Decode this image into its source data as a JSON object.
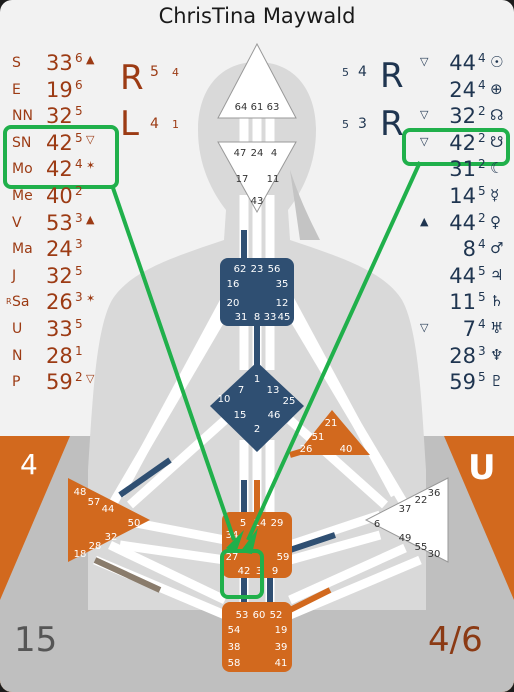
{
  "title": "ChrisTina Maywald",
  "colors": {
    "red_side": "#9c3b14",
    "black_side": "#1f3550",
    "orange": "#d2691e",
    "navy": "#2f4f72",
    "grey_body": "#cfcfcf",
    "dark_grey": "#8a8a8a"
  },
  "left_column": [
    {
      "planet": "S",
      "gate": "33",
      "line": "6",
      "mark": "▲"
    },
    {
      "planet": "E",
      "gate": "19",
      "line": "6",
      "mark": ""
    },
    {
      "planet": "NN",
      "gate": "32",
      "line": "5",
      "mark": ""
    },
    {
      "planet": "SN",
      "gate": "42",
      "line": "5",
      "mark": "▽"
    },
    {
      "planet": "Mo",
      "gate": "42",
      "line": "4",
      "mark": "✶"
    },
    {
      "planet": "Me",
      "gate": "40",
      "line": "2",
      "mark": ""
    },
    {
      "planet": "V",
      "gate": "53",
      "line": "3",
      "mark": "▲"
    },
    {
      "planet": "Ma",
      "gate": "24",
      "line": "3",
      "mark": ""
    },
    {
      "planet": "J",
      "gate": "32",
      "line": "5",
      "mark": ""
    },
    {
      "planet": "Sa",
      "gate": "26",
      "line": "3",
      "mark": "✶",
      "prefix": "R"
    },
    {
      "planet": "U",
      "gate": "33",
      "line": "5",
      "mark": ""
    },
    {
      "planet": "N",
      "gate": "28",
      "line": "1",
      "mark": ""
    },
    {
      "planet": "P",
      "gate": "59",
      "line": "2",
      "mark": "▽"
    }
  ],
  "right_column": [
    {
      "mark": "▽",
      "gate": "44",
      "line": "4",
      "symbol": "☉"
    },
    {
      "mark": "",
      "gate": "24",
      "line": "4",
      "symbol": "⊕"
    },
    {
      "mark": "▽",
      "gate": "32",
      "line": "2",
      "symbol": "☊"
    },
    {
      "mark": "▽",
      "gate": "42",
      "line": "2",
      "symbol": "☋"
    },
    {
      "mark": "",
      "gate": "31",
      "line": "2",
      "symbol": "☾"
    },
    {
      "mark": "",
      "gate": "14",
      "line": "5",
      "symbol": "☿"
    },
    {
      "mark": "▲",
      "gate": "44",
      "line": "2",
      "symbol": "♀"
    },
    {
      "mark": "",
      "gate": "8",
      "line": "4",
      "symbol": "♂"
    },
    {
      "mark": "",
      "gate": "44",
      "line": "5",
      "symbol": "♃"
    },
    {
      "mark": "",
      "gate": "11",
      "line": "5",
      "symbol": "♄"
    },
    {
      "mark": "▽",
      "gate": "7",
      "line": "4",
      "symbol": "♅"
    },
    {
      "mark": "",
      "gate": "28",
      "line": "3",
      "symbol": "♆"
    },
    {
      "mark": "",
      "gate": "59",
      "line": "5",
      "symbol": "♇"
    }
  ],
  "variables": {
    "left_top": {
      "letter": "R",
      "a": "5",
      "b": "4"
    },
    "left_bottom": {
      "letter": "L",
      "a": "4",
      "b": "1"
    },
    "right_top": {
      "letter": "R",
      "a": "5",
      "b": "4"
    },
    "right_bottom": {
      "letter": "R",
      "a": "5",
      "b": "3"
    }
  },
  "corners": {
    "left_number": "4",
    "right_letter": "U",
    "bottom_left": "15",
    "bottom_right": "4/6"
  },
  "centers": {
    "head": [
      "64",
      "61",
      "63"
    ],
    "ajna": [
      "47",
      "24",
      "4",
      "17",
      "11",
      "43"
    ],
    "throat": [
      "62",
      "23",
      "56",
      "16",
      "35",
      "20",
      "12",
      "31",
      "8",
      "33",
      "45"
    ],
    "g": [
      "1",
      "7",
      "13",
      "10",
      "25",
      "15",
      "46",
      "2"
    ],
    "ego": [
      "21",
      "51",
      "26",
      "40"
    ],
    "spleen": [
      "48",
      "57",
      "44",
      "50",
      "32",
      "28",
      "18"
    ],
    "sacral": [
      "5",
      "14",
      "29",
      "34",
      "27",
      "59",
      "42",
      "3",
      "9"
    ],
    "solar": [
      "36",
      "22",
      "37",
      "6",
      "49",
      "55",
      "30"
    ],
    "root": [
      "53",
      "60",
      "52",
      "54",
      "19",
      "38",
      "39",
      "58",
      "41"
    ]
  }
}
